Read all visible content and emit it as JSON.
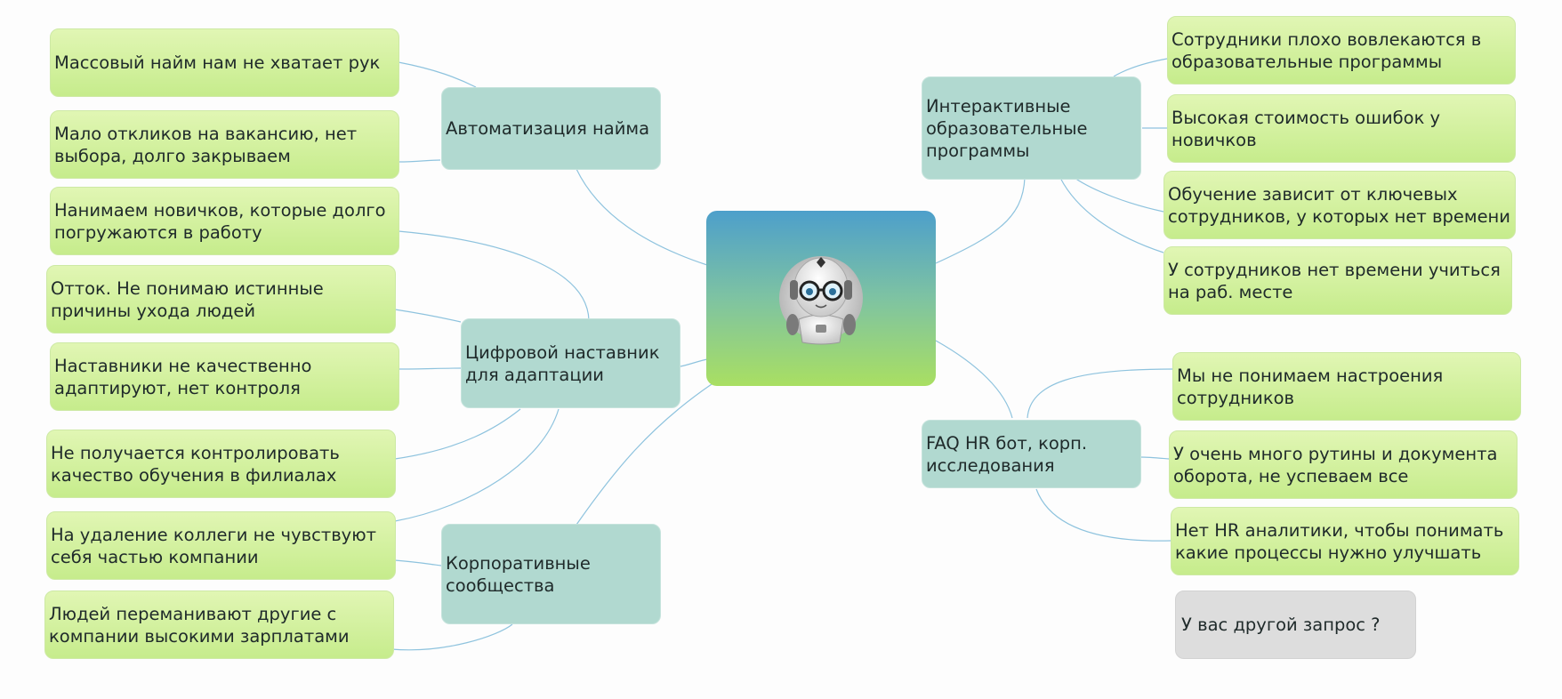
{
  "colors": {
    "leaf_fill": "#cbee92",
    "topic_fill": "#b1d9d0",
    "other_fill": "#dddddd",
    "connector": "#8ec3de",
    "center_top": "#4d9fcb",
    "center_bottom": "#a9df62"
  },
  "center": {
    "icon": "robot-mascot-icon"
  },
  "topics": {
    "hiring": "Автоматизация найма",
    "mentor": "Цифровой наставник для адаптации",
    "community": "Корпоративные сообщества",
    "education": "Интерактивные образовательные программы",
    "faq": "FAQ HR бот, корп. исследования"
  },
  "pains": {
    "mass_hiring": "Массовый найм нам не хватает рук",
    "few_responses": "Мало откликов на вакансию, нет выбора, долго закрываем",
    "slow_onboarding": "Нанимаем новичков, которые долго погружаются в работу",
    "churn": "Отток. Не понимаю истинные причины ухода людей",
    "mentors_quality": "Наставники не качественно адаптируют, нет контроля",
    "branch_training": "Не получается контролировать качество обучения в филиалах",
    "remote_belonging": "На удаление коллеги не чувствуют себя частью компании",
    "poaching": "Людей переманивают другие с компании высокими зарплатами",
    "low_engagement": "Сотрудники плохо вовлекаются в образовательные программы",
    "newbie_errors": "Высокая стоимость ошибок у новичков",
    "key_staff": "Обучение зависит от ключевых сотрудников, у которых нет времени",
    "no_time": "У сотрудников нет времени учиться на раб. месте",
    "mood": "Мы не понимаем настроения сотрудников",
    "routine": "У очень много рутины и документа оборота, не успеваем все",
    "analytics": "Нет HR аналитики, чтобы понимать какие процессы нужно улучшать"
  },
  "other_request": "У вас другой запрос ?"
}
